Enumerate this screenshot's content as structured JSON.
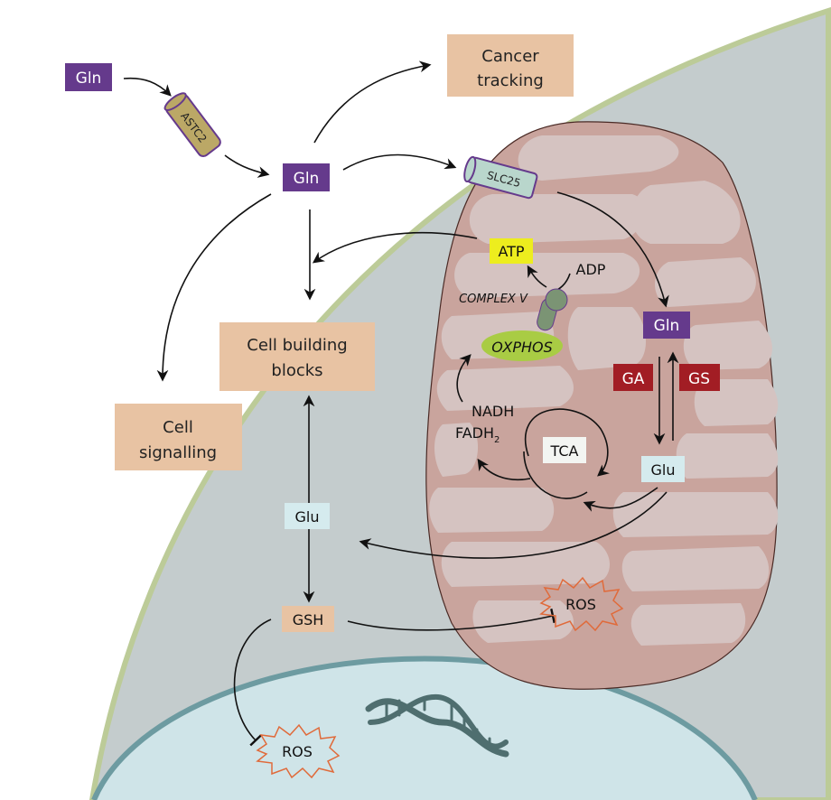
{
  "colors": {
    "cytoplasm": "#c4cccd",
    "membrane": "#bccb98",
    "mitochondrion": "#c9a49d",
    "cristae": "#d5c3c1",
    "nucleus": "#cfe4e8",
    "nucleus_border": "#6d9ba1",
    "gln": "#653a8c",
    "enzyme": "#a21d24",
    "glu": "#d5ebee",
    "process": "#e8c3a3",
    "atp": "#eded1e",
    "oxphos": "#a9cc44",
    "complex_v": "#7b9474",
    "astc2": "#bba866",
    "slc25": "#b9d6cc",
    "ros": "#e06a3a",
    "dna": "#4f6e6f"
  },
  "labels": {
    "gln_outside": "Gln",
    "astc2": "ASTC2",
    "gln_cytoplasm": "Gln",
    "cancer_tracking_1": "Cancer",
    "cancer_tracking_2": "tracking",
    "slc25": "SLC25",
    "cell_building_blocks_1": "Cell building",
    "cell_building_blocks_2": "blocks",
    "cell_signalling_1": "Cell",
    "cell_signalling_2": "signalling",
    "atp": "ATP",
    "adp": "ADP",
    "complex_v": "COMPLEX V",
    "oxphos": "OXPHOS",
    "nadh": "NADH",
    "fadh2": "FADH",
    "fadh2_sub": "2",
    "tca": "TCA",
    "gln_mito": "Gln",
    "ga": "GA",
    "gs": "GS",
    "glu_mito": "Glu",
    "glu_cytoplasm": "Glu",
    "gsh": "GSH",
    "ros_mito": "ROS",
    "ros_nucleus": "ROS"
  }
}
